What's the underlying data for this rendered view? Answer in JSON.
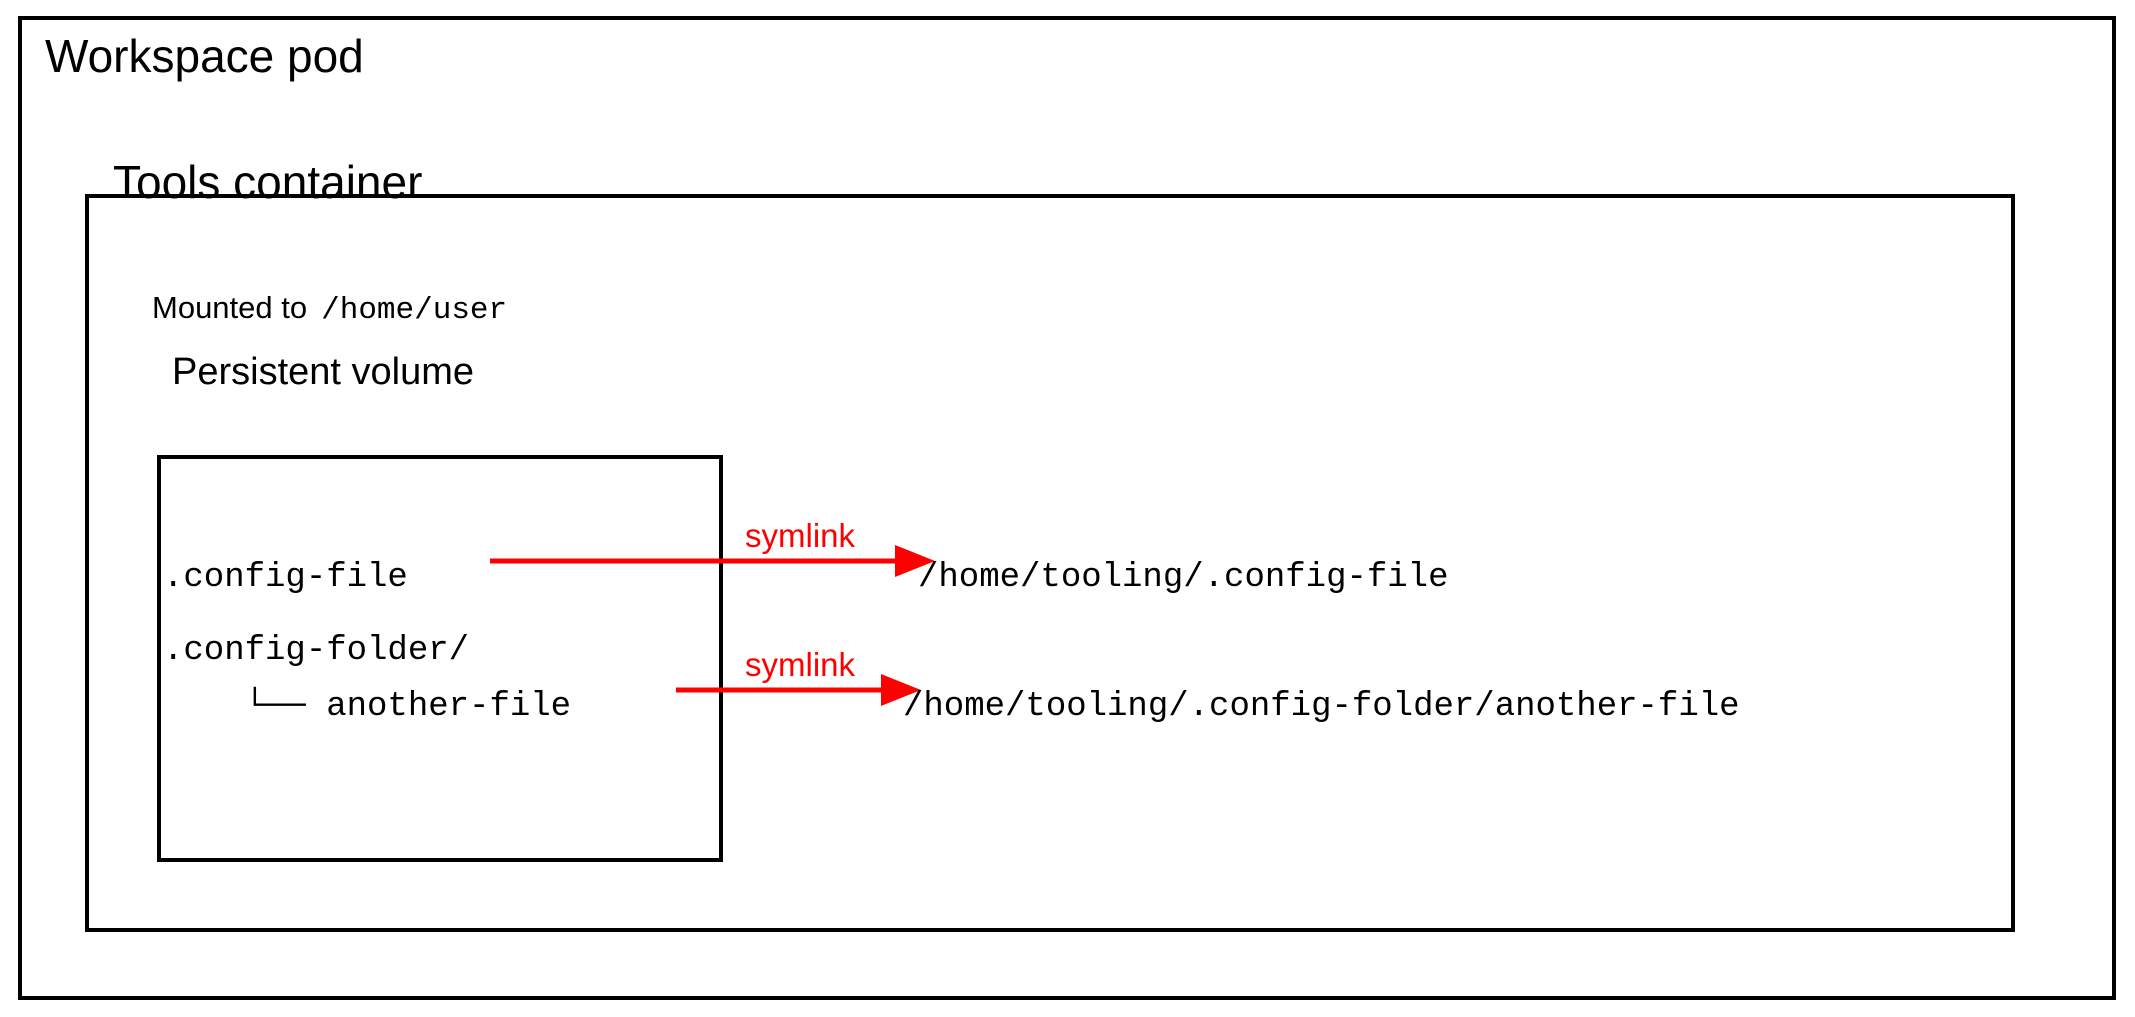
{
  "diagram": {
    "workspace_pod": {
      "title": "Workspace pod"
    },
    "tools_container": {
      "title": "Tools container"
    },
    "mount": {
      "prefix": "Mounted to",
      "path": "/home/user"
    },
    "persistent_volume": {
      "title": "Persistent volume",
      "entries": [
        {
          "name": ".config-file"
        },
        {
          "name": ".config-folder/"
        },
        {
          "name": "    └── another-file"
        }
      ]
    },
    "symlinks": [
      {
        "label": "symlink",
        "target": "/home/tooling/.config-file"
      },
      {
        "label": "symlink",
        "target": "/home/tooling/.config-folder/another-file"
      }
    ],
    "colors": {
      "symlink": "#ff0000",
      "border": "#000000",
      "text": "#000000",
      "background": "#ffffff"
    }
  }
}
